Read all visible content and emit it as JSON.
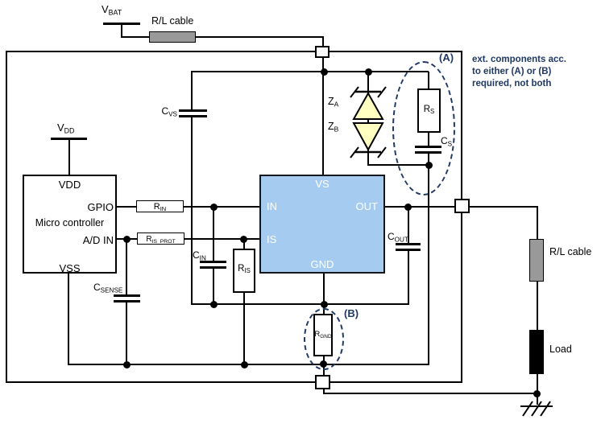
{
  "supplies": {
    "vbat": {
      "main": "V",
      "sub": "BAT"
    },
    "vdd": {
      "main": "V",
      "sub": "DD"
    }
  },
  "components": {
    "cvs": {
      "main": "C",
      "sub": "VS"
    },
    "rin": {
      "main": "R",
      "sub": "IN"
    },
    "ris_prot": {
      "main": "R",
      "sub": "IS_PROT"
    },
    "cin": {
      "main": "C",
      "sub": "IN"
    },
    "ris": {
      "main": "R",
      "sub": "IS"
    },
    "csense": {
      "main": "C",
      "sub": "SENSE"
    },
    "za": {
      "main": "Z",
      "sub": "A"
    },
    "zb": {
      "main": "Z",
      "sub": "B"
    },
    "rs": {
      "main": "R",
      "sub": "S"
    },
    "cs": {
      "main": "C",
      "sub": "S"
    },
    "cout": {
      "main": "C",
      "sub": "OUT"
    },
    "rgnd": {
      "main": "R",
      "sub": "GND"
    }
  },
  "cables": {
    "top_cable": "R/L cable",
    "right_cable": "R/L cable",
    "load": "Load"
  },
  "microcontroller": {
    "pin_vdd": "VDD",
    "pin_gpio": "GPIO",
    "name": "Micro controller",
    "pin_ad_in": "A/D IN",
    "pin_vss": "VSS"
  },
  "ic": {
    "pin_vs": "VS",
    "pin_in": "IN",
    "pin_is": "IS",
    "pin_out": "OUT",
    "pin_gnd": "GND"
  },
  "annotations": {
    "a": "(A)",
    "b": "(B)",
    "note_lines": [
      "ext. components acc.",
      "to either (A) or (B)",
      "required, not both"
    ]
  },
  "colors": {
    "ic_fill": "#a5cbf0",
    "diode_fill": "#ffffc2",
    "cable_gray": "#999999",
    "navy_text": "#1f3864",
    "load_black": "#000000"
  }
}
